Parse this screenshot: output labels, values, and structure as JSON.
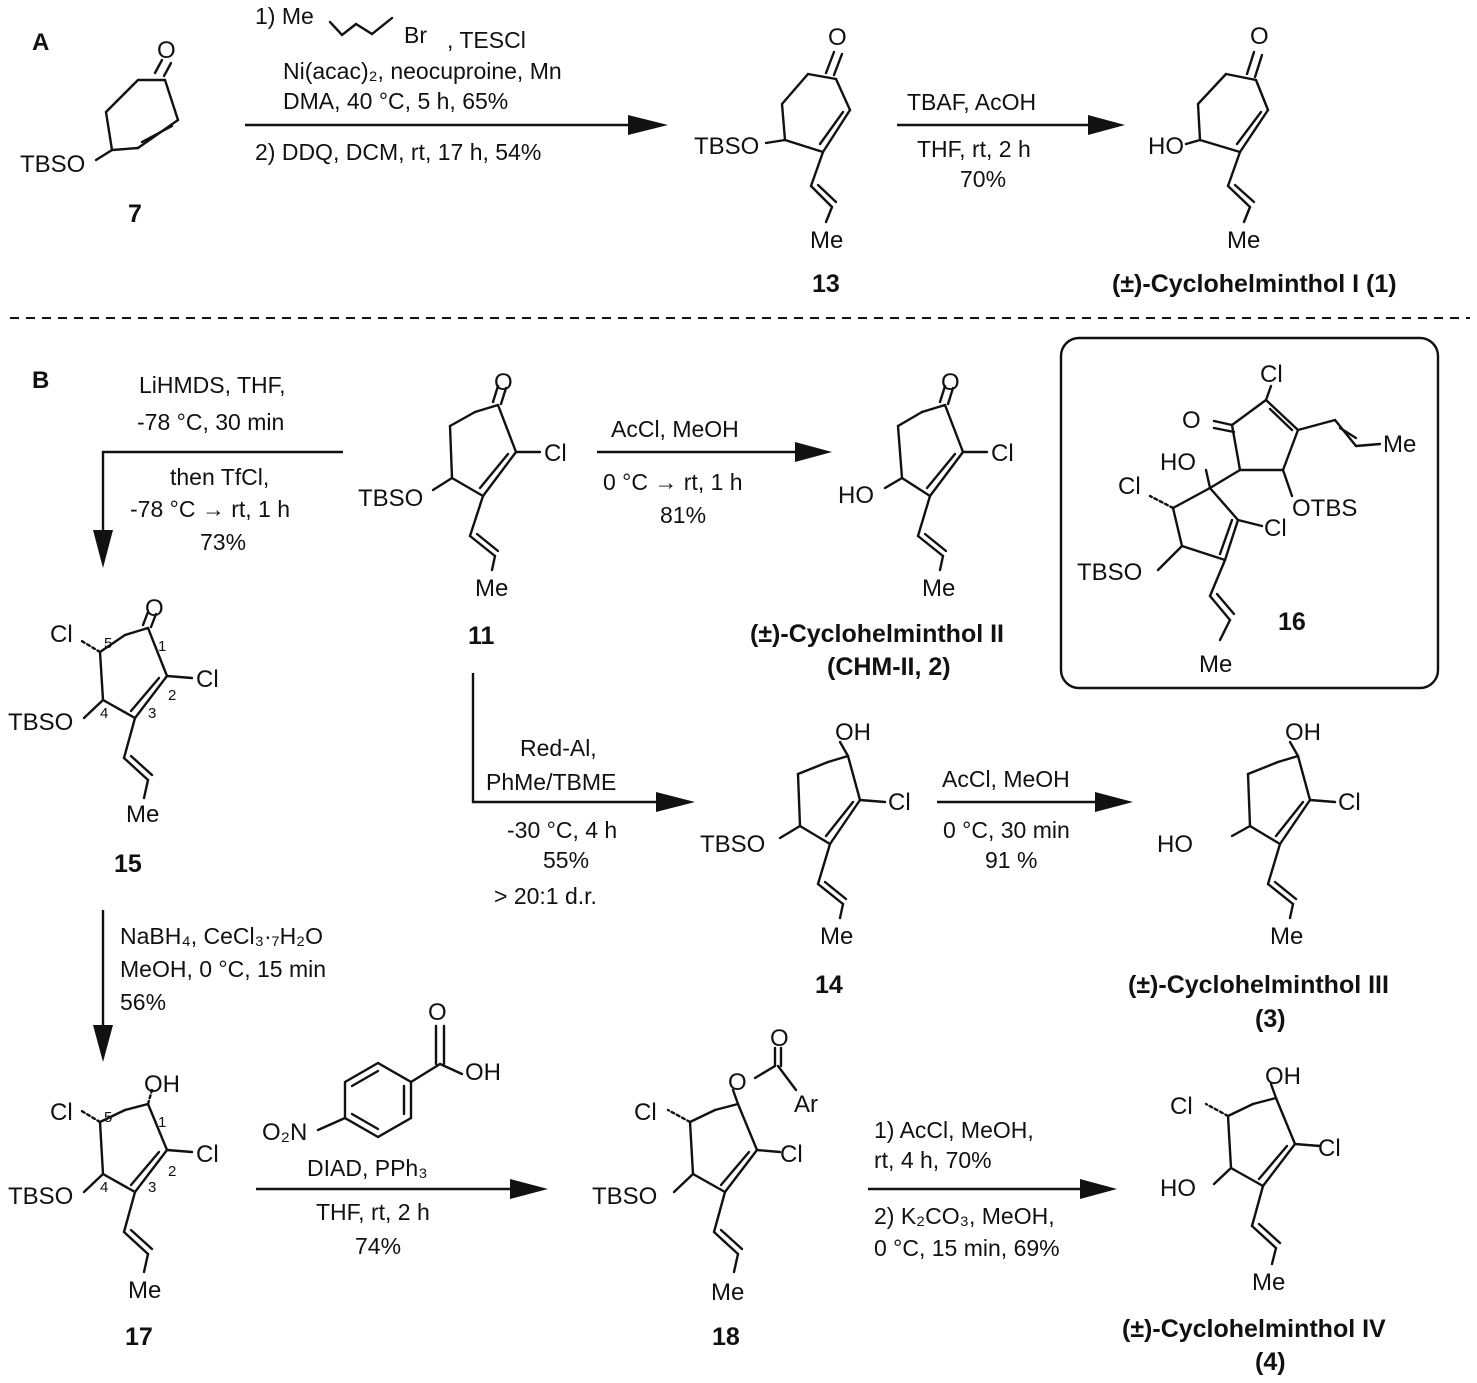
{
  "panels": {
    "a": "A",
    "b": "B"
  },
  "compounds": {
    "c7": "7",
    "c13": "13",
    "c11": "11",
    "c15": "15",
    "c16": "16",
    "c14": "14",
    "c17": "17",
    "c18": "18"
  },
  "products": {
    "chm1": "(±)-Cyclohelminthol I (1)",
    "chm2_line1": "(±)-Cyclohelminthol II",
    "chm2_line2": "(CHM-II, 2)",
    "chm3_line1": "(±)-Cyclohelminthol III",
    "chm3_line2": "(3)",
    "chm4_line1": "(±)-Cyclohelminthol IV",
    "chm4_line2": "(4)"
  },
  "conditions": {
    "a1": {
      "l1_prefix": "1) Me",
      "l1_br": "Br",
      "l1_suffix": ", TESCl",
      "l2": "Ni(acac)₂, neocuproine, Mn",
      "l3": "DMA, 40 °C, 5 h, 65%",
      "l4": "2) DDQ, DCM, rt, 17 h, 54%"
    },
    "a2": {
      "l1": "TBAF, AcOH",
      "l2": "THF, rt, 2 h",
      "l3": "70%"
    },
    "b_lihmds": {
      "l1": "LiHMDS, THF,",
      "l2": "-78 °C, 30 min",
      "l3": "then TfCl,",
      "l4": "-78 °C → rt, 1 h",
      "l5": "73%"
    },
    "b_accl1": {
      "l1": "AcCl, MeOH",
      "l2": "0 °C → rt, 1 h",
      "l3": "81%"
    },
    "b_redal": {
      "l1": "Red-Al,",
      "l2": "PhMe/TBME",
      "l3": "-30 °C, 4 h",
      "l4": "55%",
      "l5": "> 20:1 d.r."
    },
    "b_accl2": {
      "l1": "AcCl, MeOH",
      "l2": "0 °C, 30 min",
      "l3": "91 %"
    },
    "b_nabh4": {
      "l1": "NaBH₄, CeCl₃·₇H₂O",
      "l2": "MeOH, 0 °C, 15 min",
      "l3": "56%"
    },
    "b_mitsunobu": {
      "l1": "DIAD, PPh₃",
      "l2": "THF, rt, 2 h",
      "l3": "74%"
    },
    "b_final": {
      "l1": "1) AcCl, MeOH,",
      "l2": "rt, 4 h, 70%",
      "l3": "2) K₂CO₃, MeOH,",
      "l4": "0 °C, 15 min, 69%"
    }
  },
  "atoms": {
    "o": "O",
    "cl": "Cl",
    "me": "Me",
    "tbso": "TBSO",
    "ho": "HO",
    "oh": "OH",
    "otbs": "OTBS",
    "ar": "Ar",
    "o2n": "O₂N"
  },
  "locants": {
    "n1": "1",
    "n2": "2",
    "n3": "3",
    "n4": "4",
    "n5": "5"
  }
}
